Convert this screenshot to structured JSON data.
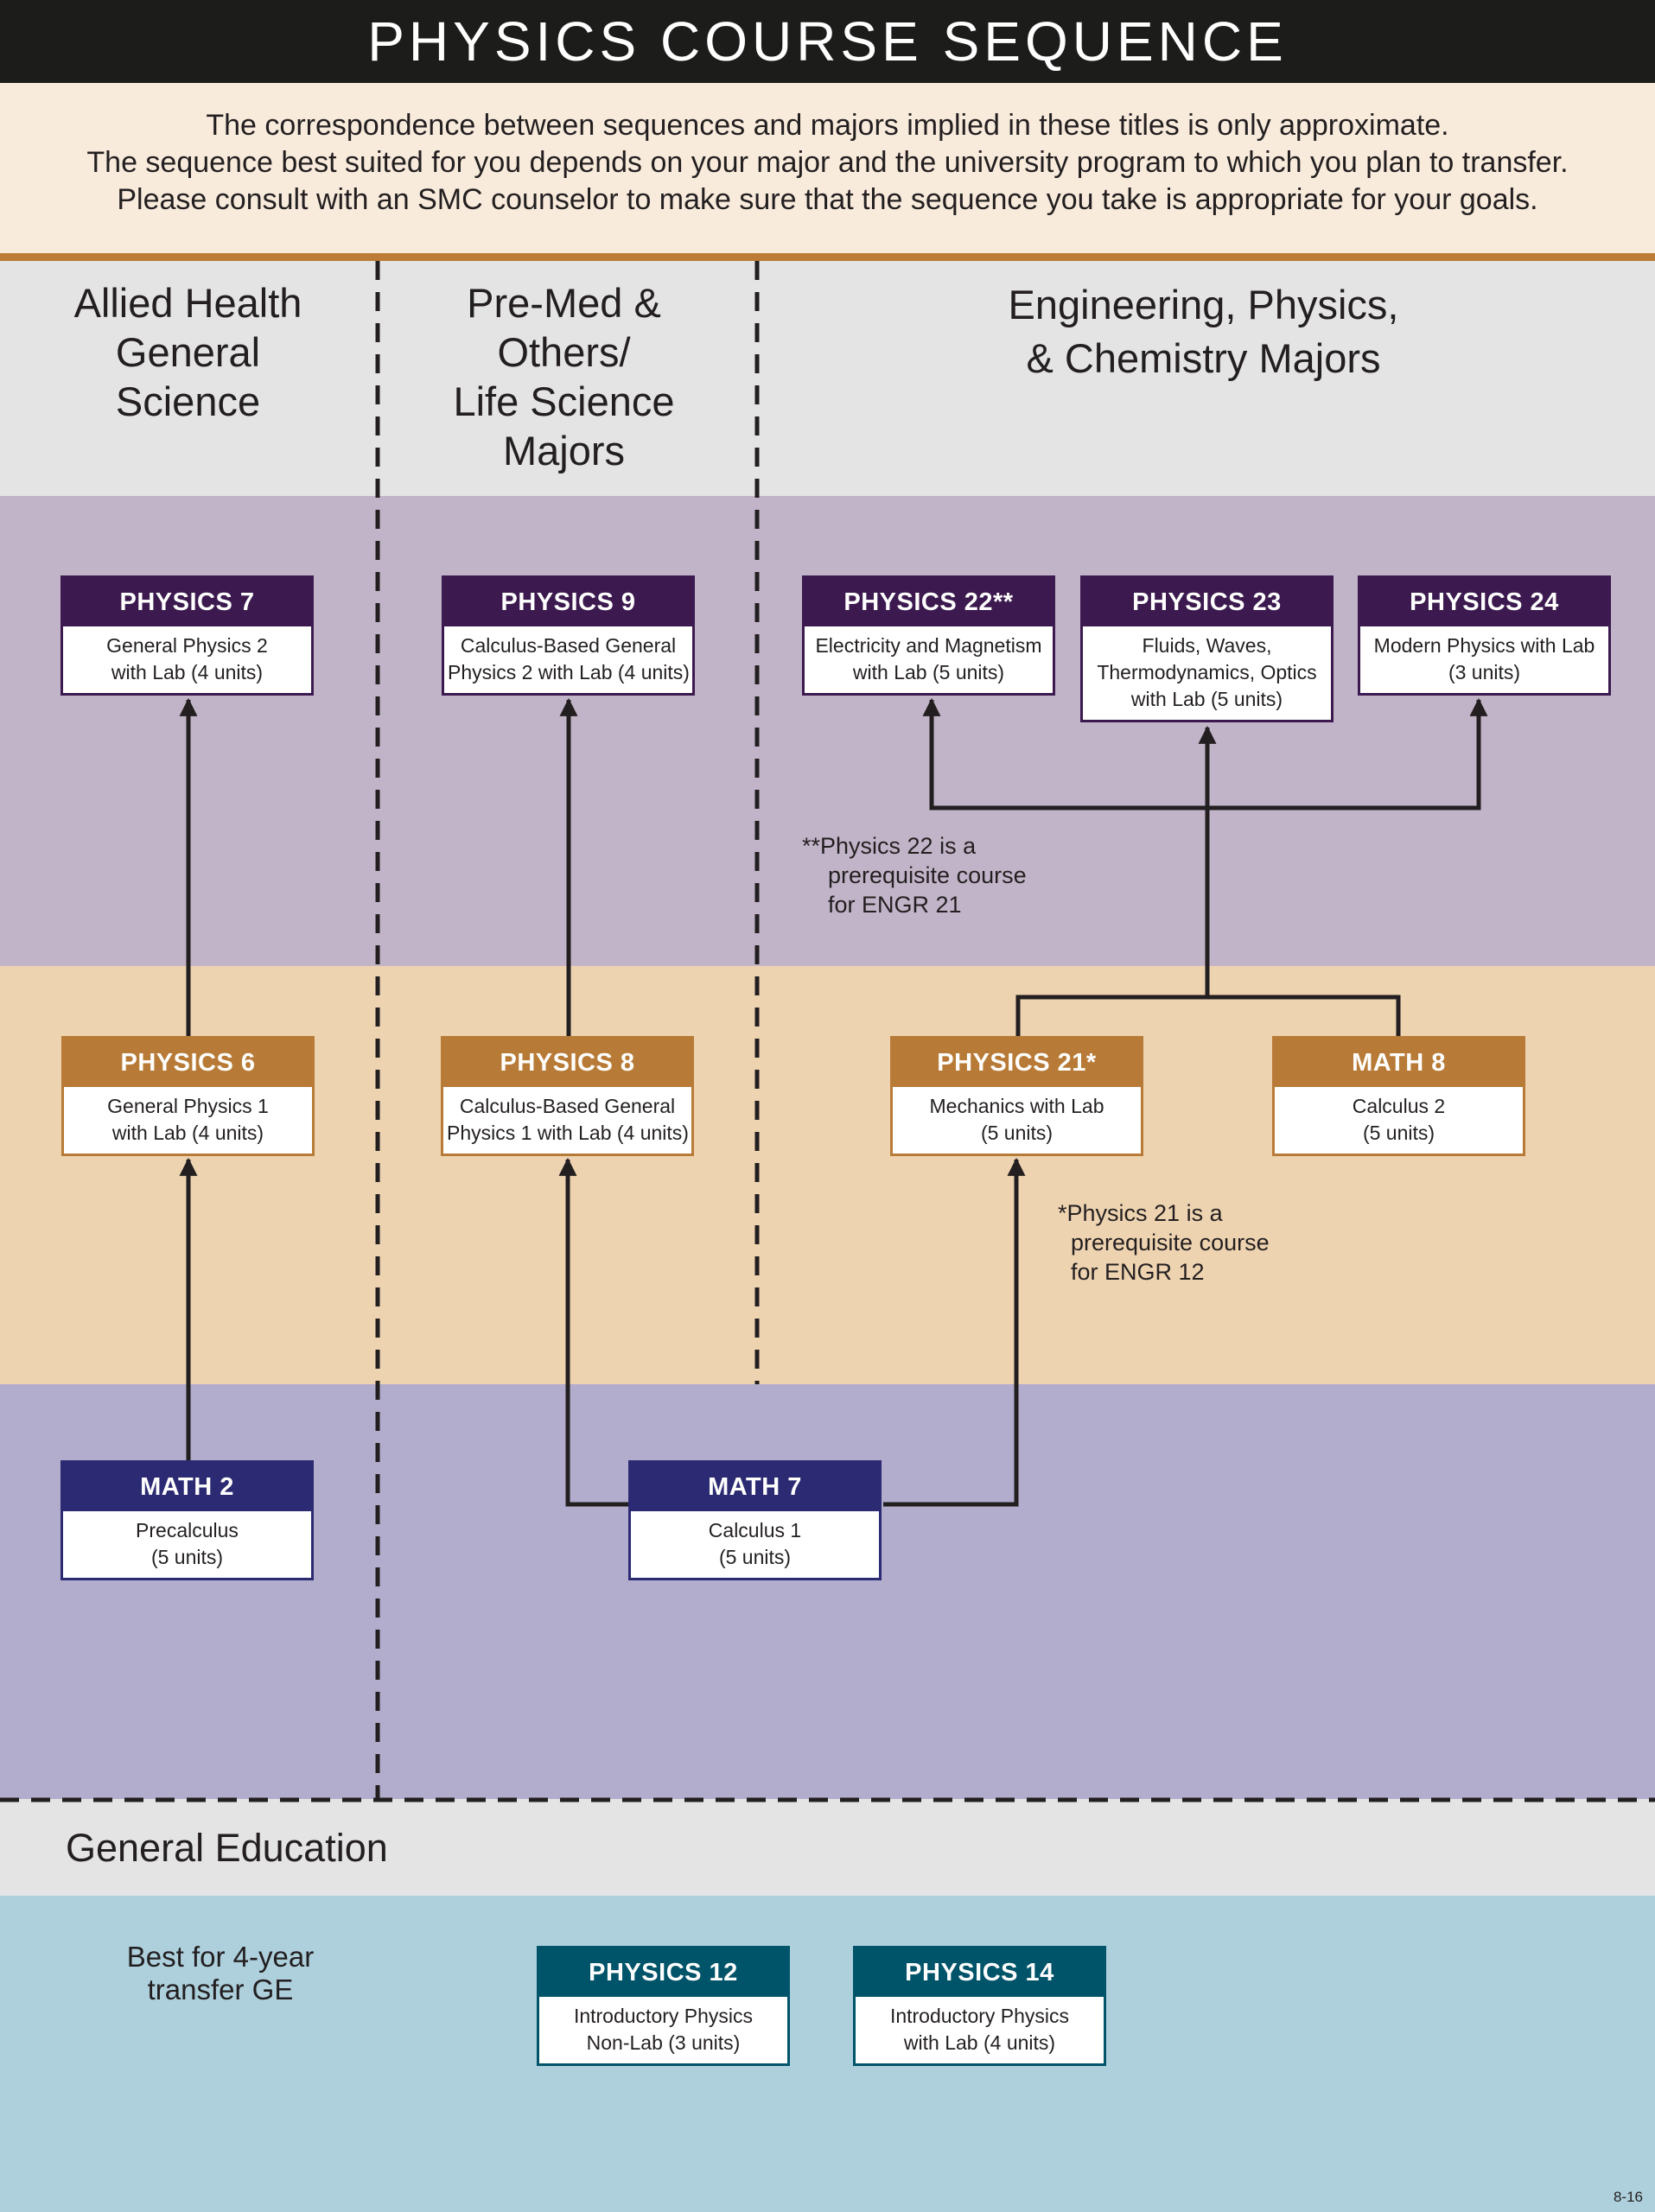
{
  "title": "PHYSICS COURSE SEQUENCE",
  "notice": [
    "The correspondence between sequences and majors implied in these titles is only approximate.",
    "The sequence best suited for you depends on your major and the university program to which you plan to transfer.",
    "Please consult with an SMC counselor to make sure that the sequence you take is appropriate for your goals."
  ],
  "columns": {
    "allied": [
      "Allied Health",
      "General",
      "Science"
    ],
    "premed": [
      "Pre-Med &",
      "Others/",
      "Life Science",
      "Majors"
    ],
    "engineering": [
      "Engineering, Physics,",
      "& Chemistry Majors"
    ]
  },
  "courses": {
    "physics7": {
      "code": "PHYSICS 7",
      "desc": [
        "General Physics 2",
        "with Lab (4 units)"
      ]
    },
    "physics9": {
      "code": "PHYSICS 9",
      "desc": [
        "Calculus-Based General",
        "Physics 2 with Lab (4 units)"
      ]
    },
    "physics22": {
      "code": "PHYSICS 22**",
      "desc": [
        "Electricity and Magnetism",
        "with Lab (5 units)"
      ]
    },
    "physics23": {
      "code": "PHYSICS 23",
      "desc": [
        "Fluids, Waves,",
        "Thermodynamics, Optics",
        "with Lab (5 units)"
      ]
    },
    "physics24": {
      "code": "PHYSICS 24",
      "desc": [
        "Modern Physics with Lab",
        "(3 units)"
      ]
    },
    "physics6": {
      "code": "PHYSICS 6",
      "desc": [
        "General Physics 1",
        "with Lab (4 units)"
      ]
    },
    "physics8": {
      "code": "PHYSICS 8",
      "desc": [
        "Calculus-Based General",
        "Physics 1 with Lab (4 units)"
      ]
    },
    "physics21": {
      "code": "PHYSICS 21*",
      "desc": [
        "Mechanics with Lab",
        "(5 units)"
      ]
    },
    "math8": {
      "code": "MATH 8",
      "desc": [
        "Calculus 2",
        "(5 units)"
      ]
    },
    "math2": {
      "code": "MATH 2",
      "desc": [
        "Precalculus",
        "(5 units)"
      ]
    },
    "math7": {
      "code": "MATH 7",
      "desc": [
        "Calculus 1",
        "(5 units)"
      ]
    },
    "physics12": {
      "code": "PHYSICS 12",
      "desc": [
        "Introductory Physics",
        "Non-Lab (3 units)"
      ]
    },
    "physics14": {
      "code": "PHYSICS 14",
      "desc": [
        "Introductory Physics",
        "with Lab (4 units)"
      ]
    }
  },
  "footnotes": {
    "physics22": {
      "mark": "**",
      "lines": [
        "Physics 22 is a",
        "prerequisite course",
        "for ENGR 21"
      ]
    },
    "physics21": {
      "mark": "*",
      "lines": [
        "Physics 21 is a",
        "prerequisite course",
        "for ENGR 12"
      ]
    }
  },
  "general_education": {
    "heading": "General Education",
    "note": [
      "Best for 4-year",
      "transfer GE"
    ]
  },
  "page_code": "8-16",
  "colors": {
    "title_bar": "#1c1c1a",
    "notice_band": "#f8ebdc",
    "accent_rule": "#bc7c36",
    "upper_division_band": "#c2b4c8",
    "lower_division_band": "#eed3b1",
    "math_band": "#b2accd",
    "ge_band": "#add0dc",
    "course_purple": "#3c1a4f",
    "course_orange": "#b87b37",
    "course_navy": "#2c2a72",
    "course_teal": "#00546a"
  }
}
